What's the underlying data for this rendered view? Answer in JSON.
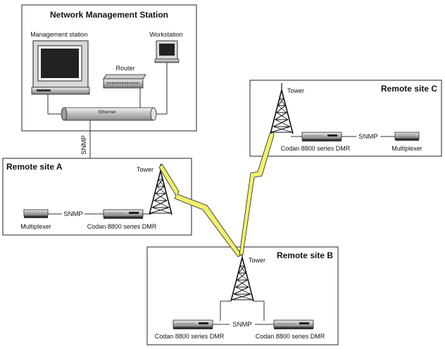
{
  "nms": {
    "title": "Network Management Station",
    "management_station_label": "Management station",
    "workstation_label": "Workstation",
    "router_label": "Router",
    "ethernet_label": "Ethernet",
    "snmp_label": "SNMP"
  },
  "site_a": {
    "title": "Remote site A",
    "tower_label": "Tower",
    "multiplexer_label": "Multiplexer",
    "snmp_label": "SNMP",
    "dmr_label": "Codan 8800 series DMR"
  },
  "site_b": {
    "title": "Remote site B",
    "tower_label": "Tower",
    "dmr_left_label": "Codan 8800 series DMR",
    "dmr_right_label": "Codan 8800 series DMR",
    "snmp_label": "SNMP"
  },
  "site_c": {
    "title": "Remote site C",
    "tower_label": "Tower",
    "dmr_label": "Codan 8800 series DMR",
    "snmp_label": "SNMP",
    "multiplexer_label": "Multiplexer"
  },
  "colors": {
    "radio_link": "#f2f06a",
    "ethernet_cable": "#cfcfcf"
  }
}
